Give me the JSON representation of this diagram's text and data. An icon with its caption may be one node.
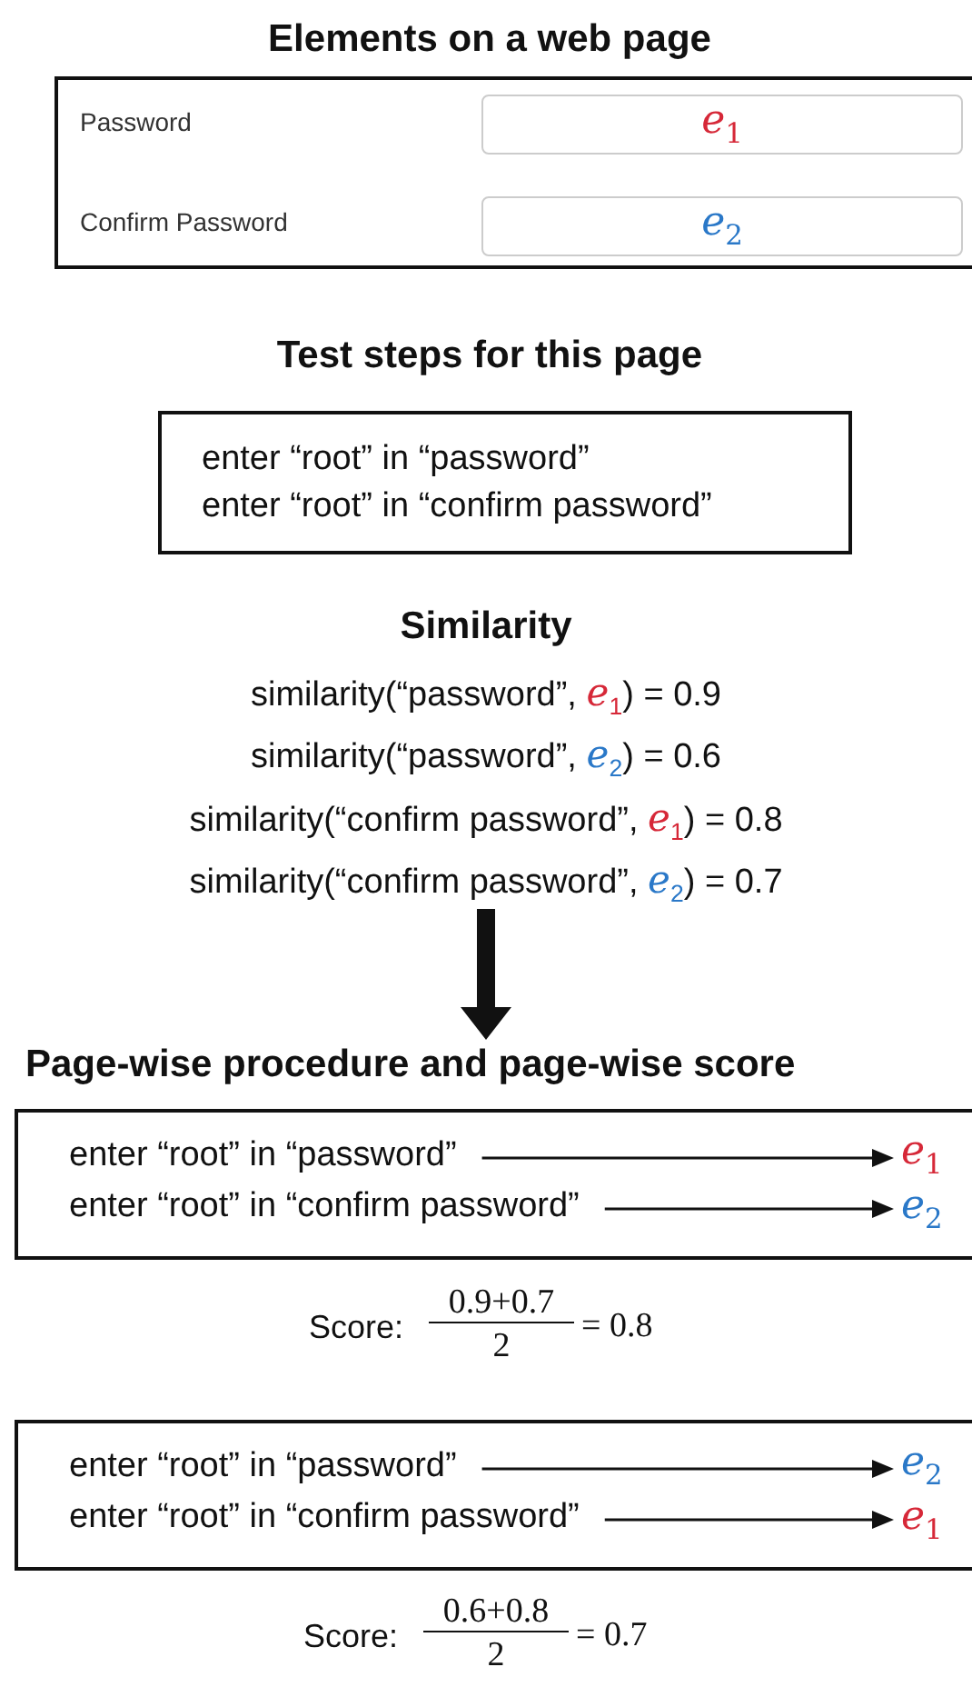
{
  "diagram": {
    "nodes": [
      {
        "text": [
          "Elements on a web page"
        ]
      },
      {
        "text": [
          "*e*$_{1}$"
        ],
        "in": 0
      },
      {
        "text": [
          "*e*$_{2}$"
        ],
        "in": 0
      },
      {
        "text": [
          "Test steps for this page",
          "enter “root” in “password”",
          "enter “root” in “confirm password”"
        ]
      },
      {
        "text": [
          "Similarity",
          "similarity(“password”, *e*$_{1}$) = 0.9",
          "similarity(“password”, *e*$_{2}$) = 0.6",
          "similarity(“confirm password”, *e*$_{1}$) = 0.8",
          "similarity(“confirm password”, *e*$_{2}$) = 0.7"
        ]
      },
      {
        "text": [
          "Page-wise procedure and page-wise score"
        ]
      },
      {
        "text": [],
        "shape": "box"
      },
      {
        "text": [
          "enter “root” in “password”"
        ],
        "in": 6
      },
      {
        "text": [
          "enter “root” in “confirm password”"
        ],
        "in": 6
      },
      {
        "text": [
          "*e*$_{1}$"
        ],
        "in": 6
      },
      {
        "text": [
          "*e*$_{2}$"
        ],
        "in": 6
      },
      {
        "text": [],
        "shape": "box"
      },
      {
        "text": [
          "enter “root” in “password”"
        ],
        "in": 11
      },
      {
        "text": [
          "enter “root” in “confirm password”"
        ],
        "in": 11
      },
      {
        "text": [
          "*e*$_{2}$"
        ],
        "in": 11
      },
      {
        "text": [
          "*e*$_{1}$"
        ],
        "in": 11
      }
    ],
    "edges": [
      {
        "from": 4,
        "to": 5,
        "arrow": "to",
        "style": "thick"
      },
      {
        "from": 7,
        "to": 9,
        "arrow": "to"
      },
      {
        "from": 8,
        "to": 10,
        "arrow": "to"
      },
      {
        "from": 12,
        "to": 14,
        "arrow": "to"
      },
      {
        "from": 13,
        "to": 15,
        "arrow": "to"
      }
    ],
    "labels": [
      "Password",
      "Confirm Password",
      "Score:",
      "0.9+0.7",
      "2",
      "= 0.8",
      "Score:",
      "0.6+0.8",
      "2",
      "= 0.7"
    ]
  }
}
